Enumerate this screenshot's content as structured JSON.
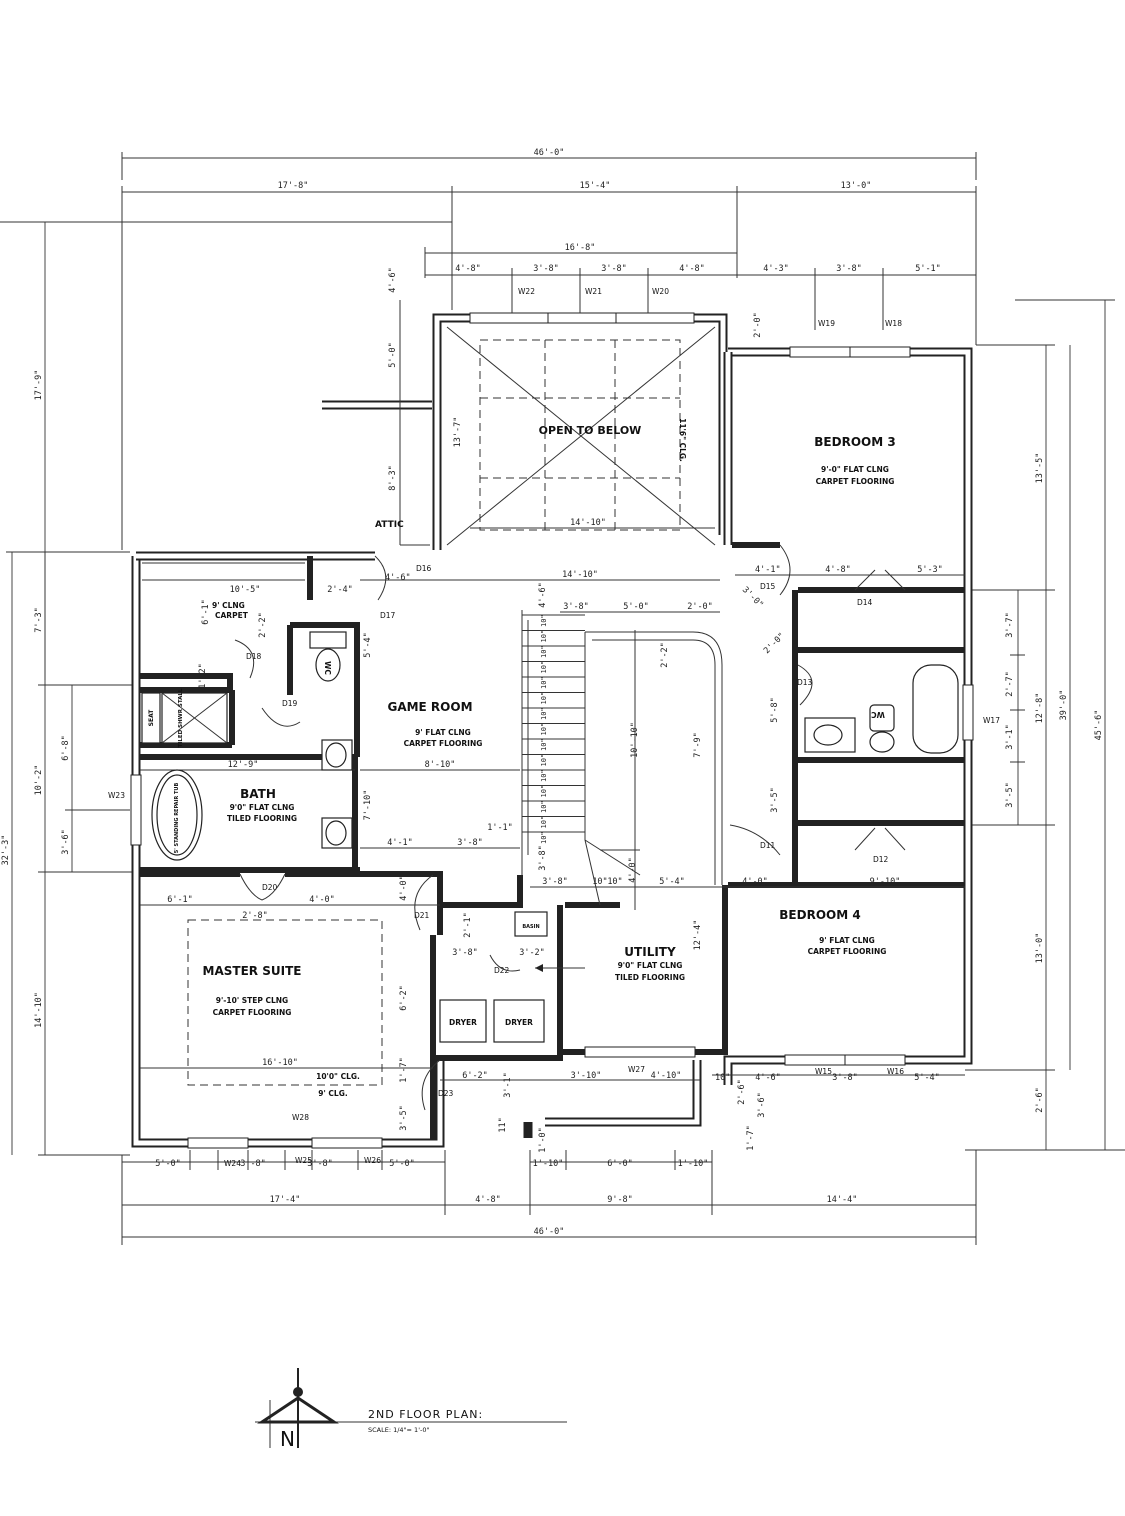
{
  "rooms": {
    "open_to_below": "OPEN TO BELOW",
    "open_to_below_clg": "11'6\" CLG.",
    "bedroom3": {
      "name": "BEDROOM 3",
      "line1": "9'-0\" FLAT CLNG",
      "line2": "CARPET FLOORING"
    },
    "game_room": {
      "name": "GAME ROOM",
      "line1": "9' FLAT CLNG",
      "line2": "CARPET FLOORING"
    },
    "bath": {
      "name": "BATH",
      "line1": "9'0\" FLAT CLNG",
      "line2": "TILED FLOORING"
    },
    "closet": {
      "line1": "9' CLNG",
      "line2": "CARPET"
    },
    "bedroom4": {
      "name": "BEDROOM 4",
      "line1": "9' FLAT CLNG",
      "line2": "CARPET FLOORING"
    },
    "utility": {
      "name": "UTILITY",
      "line1": "9'0\" FLAT CLNG",
      "line2": "TILED FLOORING"
    },
    "master": {
      "name": "MASTER SUITE",
      "line1": "9'-10' STEP CLNG",
      "line2": "CARPET FLOORING"
    },
    "attic": "ATTIC",
    "dryer1": "DRYER",
    "dryer2": "DRYER",
    "basin": "BASIN",
    "wc": "WC",
    "seat": "SEAT",
    "shower": "TILED SHWR STALL",
    "tub": "5' STANDING REPAIR TUB",
    "clg10": "10'0\" CLG.",
    "clg9": "9' CLG."
  },
  "title": {
    "name": "2ND FLOOR PLAN:",
    "scale": "SCALE: 1/4\"= 1'-0\"",
    "north": "N"
  },
  "dims": {
    "top_total": "46'-0\"",
    "top_a": "17'-8\"",
    "top_b": "15'-4\"",
    "top_c": "13'-0\"",
    "top_mid": "16'-8\"",
    "w1": "4'-8\"",
    "w2": "3'-8\"",
    "w3": "3'-8\"",
    "w4": "4'-8\"",
    "w5": "4'-3\"",
    "w6": "3'-8\"",
    "w7": "5'-1\"",
    "left_top": "17'-9\"",
    "left_bottom": "32'-3\"",
    "right_a": "13'-5\"",
    "right_b": "12'-8\"",
    "right_c": "13'-0\"",
    "right_d": "2'-6\"",
    "right_total1": "39'-0\"",
    "right_total2": "45'-6\"",
    "bot_1": "5'-0\"",
    "bot_2": "3'-8\"",
    "bot_3": "3'-8\"",
    "bot_4": "5'-0\"",
    "bot_a": "17'-4\"",
    "bot_b": "4'-8\"",
    "bot_c": "9'-8\"",
    "bot_d": "14'-4\"",
    "bot_total": "46'-0\"",
    "bot_u1": "1'-10\"",
    "bot_u2": "6'-0\"",
    "bot_u3": "1'-10\"",
    "int_14_10a": "14'-10\"",
    "int_14_10b": "14'-10\"",
    "int_13_7": "13'-7\"",
    "int_4_6a": "4'-6\"",
    "int_8_3": "8'-3\"",
    "int_5_0": "5'-0\"",
    "int_2_0": "2'-0\"",
    "int_10_5": "10'-5\"",
    "int_6_1": "6'-1\"",
    "int_2_4": "2'-4\"",
    "int_4_6b": "4'-6\"",
    "int_12_9": "12'-9\"",
    "int_8_10": "8'-10\"",
    "int_7_10": "7'-10\"",
    "int_5_4": "5'-4\"",
    "int_6_8": "6'-8\"",
    "int_10_2": "10'-2\"",
    "int_3_6": "3'-6\"",
    "int_7_3": "7'-3\"",
    "int_3_8a": "3'-8\"",
    "int_5_0b": "5'-0\"",
    "int_2_0b": "2'-0\"",
    "int_4_6c": "4'-6\"",
    "int_10_10": "10'-10\"",
    "int_7_9": "7'-9\"",
    "int_2_2": "2'-2\"",
    "int_1_1": "1'-1\"",
    "int_4_1a": "4'-1\"",
    "int_3_8b": "3'-8\"",
    "int_5_4b": "5'-4\"",
    "int_4_0a": "4'-0\"",
    "int_9_10": "9'-10\"",
    "int_12_4": "12'-4\"",
    "int_6_1b": "6'-1\"",
    "int_2_8": "2'-8\"",
    "int_4_0b": "4'-0\"",
    "int_16_10": "16'-10\"",
    "int_6_2": "6'-2\"",
    "int_6_2b": "6'-2\"",
    "int_3_10": "3'-10\"",
    "int_4_10": "4'-10\"",
    "int_4_6d": "4'-6\"",
    "int_3_8c": "3'-8\"",
    "int_5_4c": "5'-4\"",
    "int_4_8a": "4'-8\"",
    "int_5_3": "5'-3\"",
    "int_4_1b": "4'-1\"",
    "int_3_7": "3'-7\"",
    "int_2_7": "2'-7\"",
    "int_3_1": "3'-1\"",
    "int_3_5": "3'-5\"",
    "int_14_10c": "14'-10\"",
    "int_3_8d": "3'-8\"",
    "int_3_2": "3'-2\"",
    "int_2_1": "2'-1\"",
    "int_10a": "10\"",
    "int_10b": "10\"",
    "int_3_8e": "3'-8\"",
    "int_4_0c": "4'-0\"",
    "int_1_7": "1'-7\"",
    "int_3_5b": "3'-5\"",
    "int_11": "11\"",
    "int_10c": "10\"",
    "int_3_6b": "3'-6\"",
    "int_2_6b": "2'-6\"",
    "int_1_0": "1'-0\"",
    "int_3_1b": "3'-1\"",
    "int_1_2": "1'-2\"",
    "int_2_2b": "2'-2\"",
    "int_5_8": "5'-8\"",
    "int_3_5c": "3'-5\"",
    "int_4_0d": "4'-0\"",
    "int_3_8f": "3'-8\"",
    "int_5_0c": "5'-0\"",
    "int_2_0c": "2'-0\"",
    "int_3_0": "3'-0\"",
    "int_3_5d": "3'-5\"",
    "int_3_1c": "3'-1\"",
    "int_1_7b": "1'-7\"",
    "stair_riser": "10\""
  },
  "tags": {
    "W22": "W22",
    "W21": "W21",
    "W20": "W20",
    "W19": "W19",
    "W18": "W18",
    "W17": "W17",
    "W23": "W23",
    "W24": "W24",
    "W25": "W25",
    "W26": "W26",
    "W27": "W27",
    "W28": "W28",
    "W15": "W15",
    "W16": "W16",
    "D11": "D11",
    "D12": "D12",
    "D13": "D13",
    "D14": "D14",
    "D15": "D15",
    "D16": "D16",
    "D17": "D17",
    "D18": "D18",
    "D19": "D19",
    "D20": "D20",
    "D21": "D21",
    "D22": "D22",
    "D23": "D23"
  }
}
